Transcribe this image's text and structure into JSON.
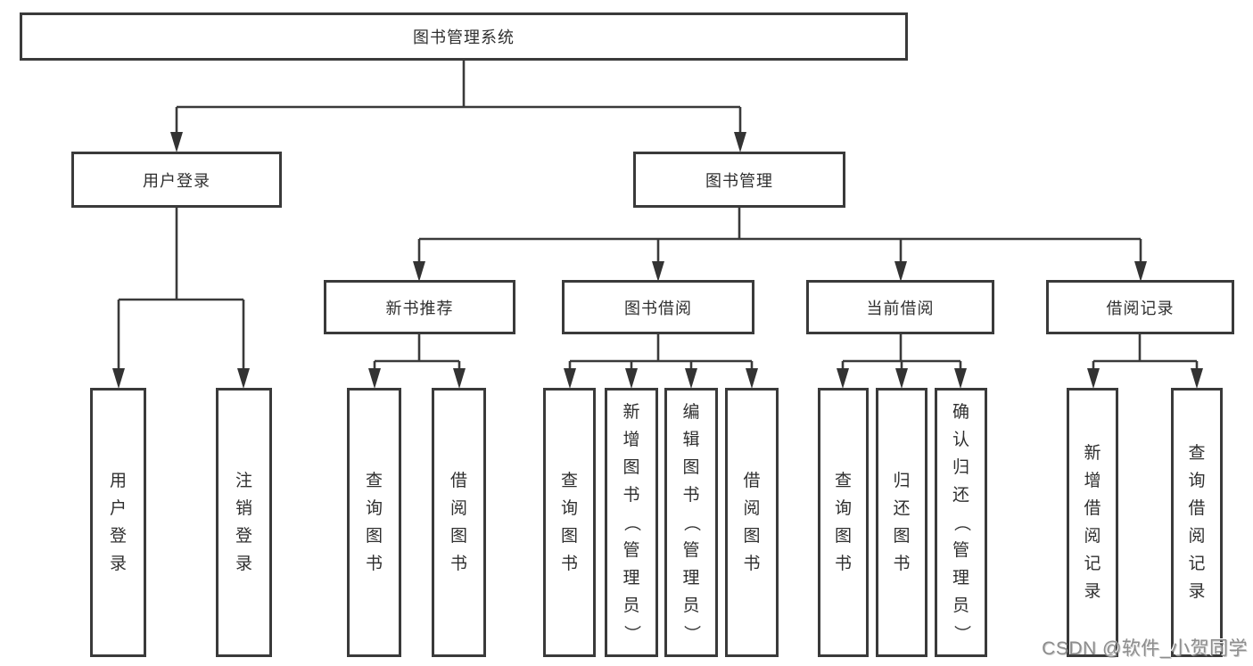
{
  "diagram": {
    "root": {
      "label": "图书管理系统"
    },
    "branches": [
      {
        "label": "用户登录",
        "children": [
          {
            "label": "用户登录"
          },
          {
            "label": "注销登录"
          }
        ]
      },
      {
        "label": "图书管理",
        "sections": [
          {
            "label": "新书推荐",
            "children": [
              {
                "label": "查询图书"
              },
              {
                "label": "借阅图书"
              }
            ]
          },
          {
            "label": "图书借阅",
            "children": [
              {
                "label": "查询图书"
              },
              {
                "label": "新增图书（管理员）"
              },
              {
                "label": "编辑图书（管理员）"
              },
              {
                "label": "借阅图书"
              }
            ]
          },
          {
            "label": "当前借阅",
            "children": [
              {
                "label": "查询图书"
              },
              {
                "label": "归还图书"
              },
              {
                "label": "确认归还（管理员）"
              }
            ]
          },
          {
            "label": "借阅记录",
            "children": [
              {
                "label": "新增借阅记录"
              },
              {
                "label": "查询借阅记录"
              }
            ]
          }
        ]
      }
    ]
  },
  "watermark": {
    "text": "CSDN @软件_小贺同学"
  },
  "colors": {
    "line": "#3a3a3a",
    "arrow": "#333333",
    "box_border": "#3a3a3a",
    "box_fill": "#ffffff",
    "text": "#2f2f2f",
    "watermark_text": "#8d8d8d",
    "background": "#ffffff"
  }
}
